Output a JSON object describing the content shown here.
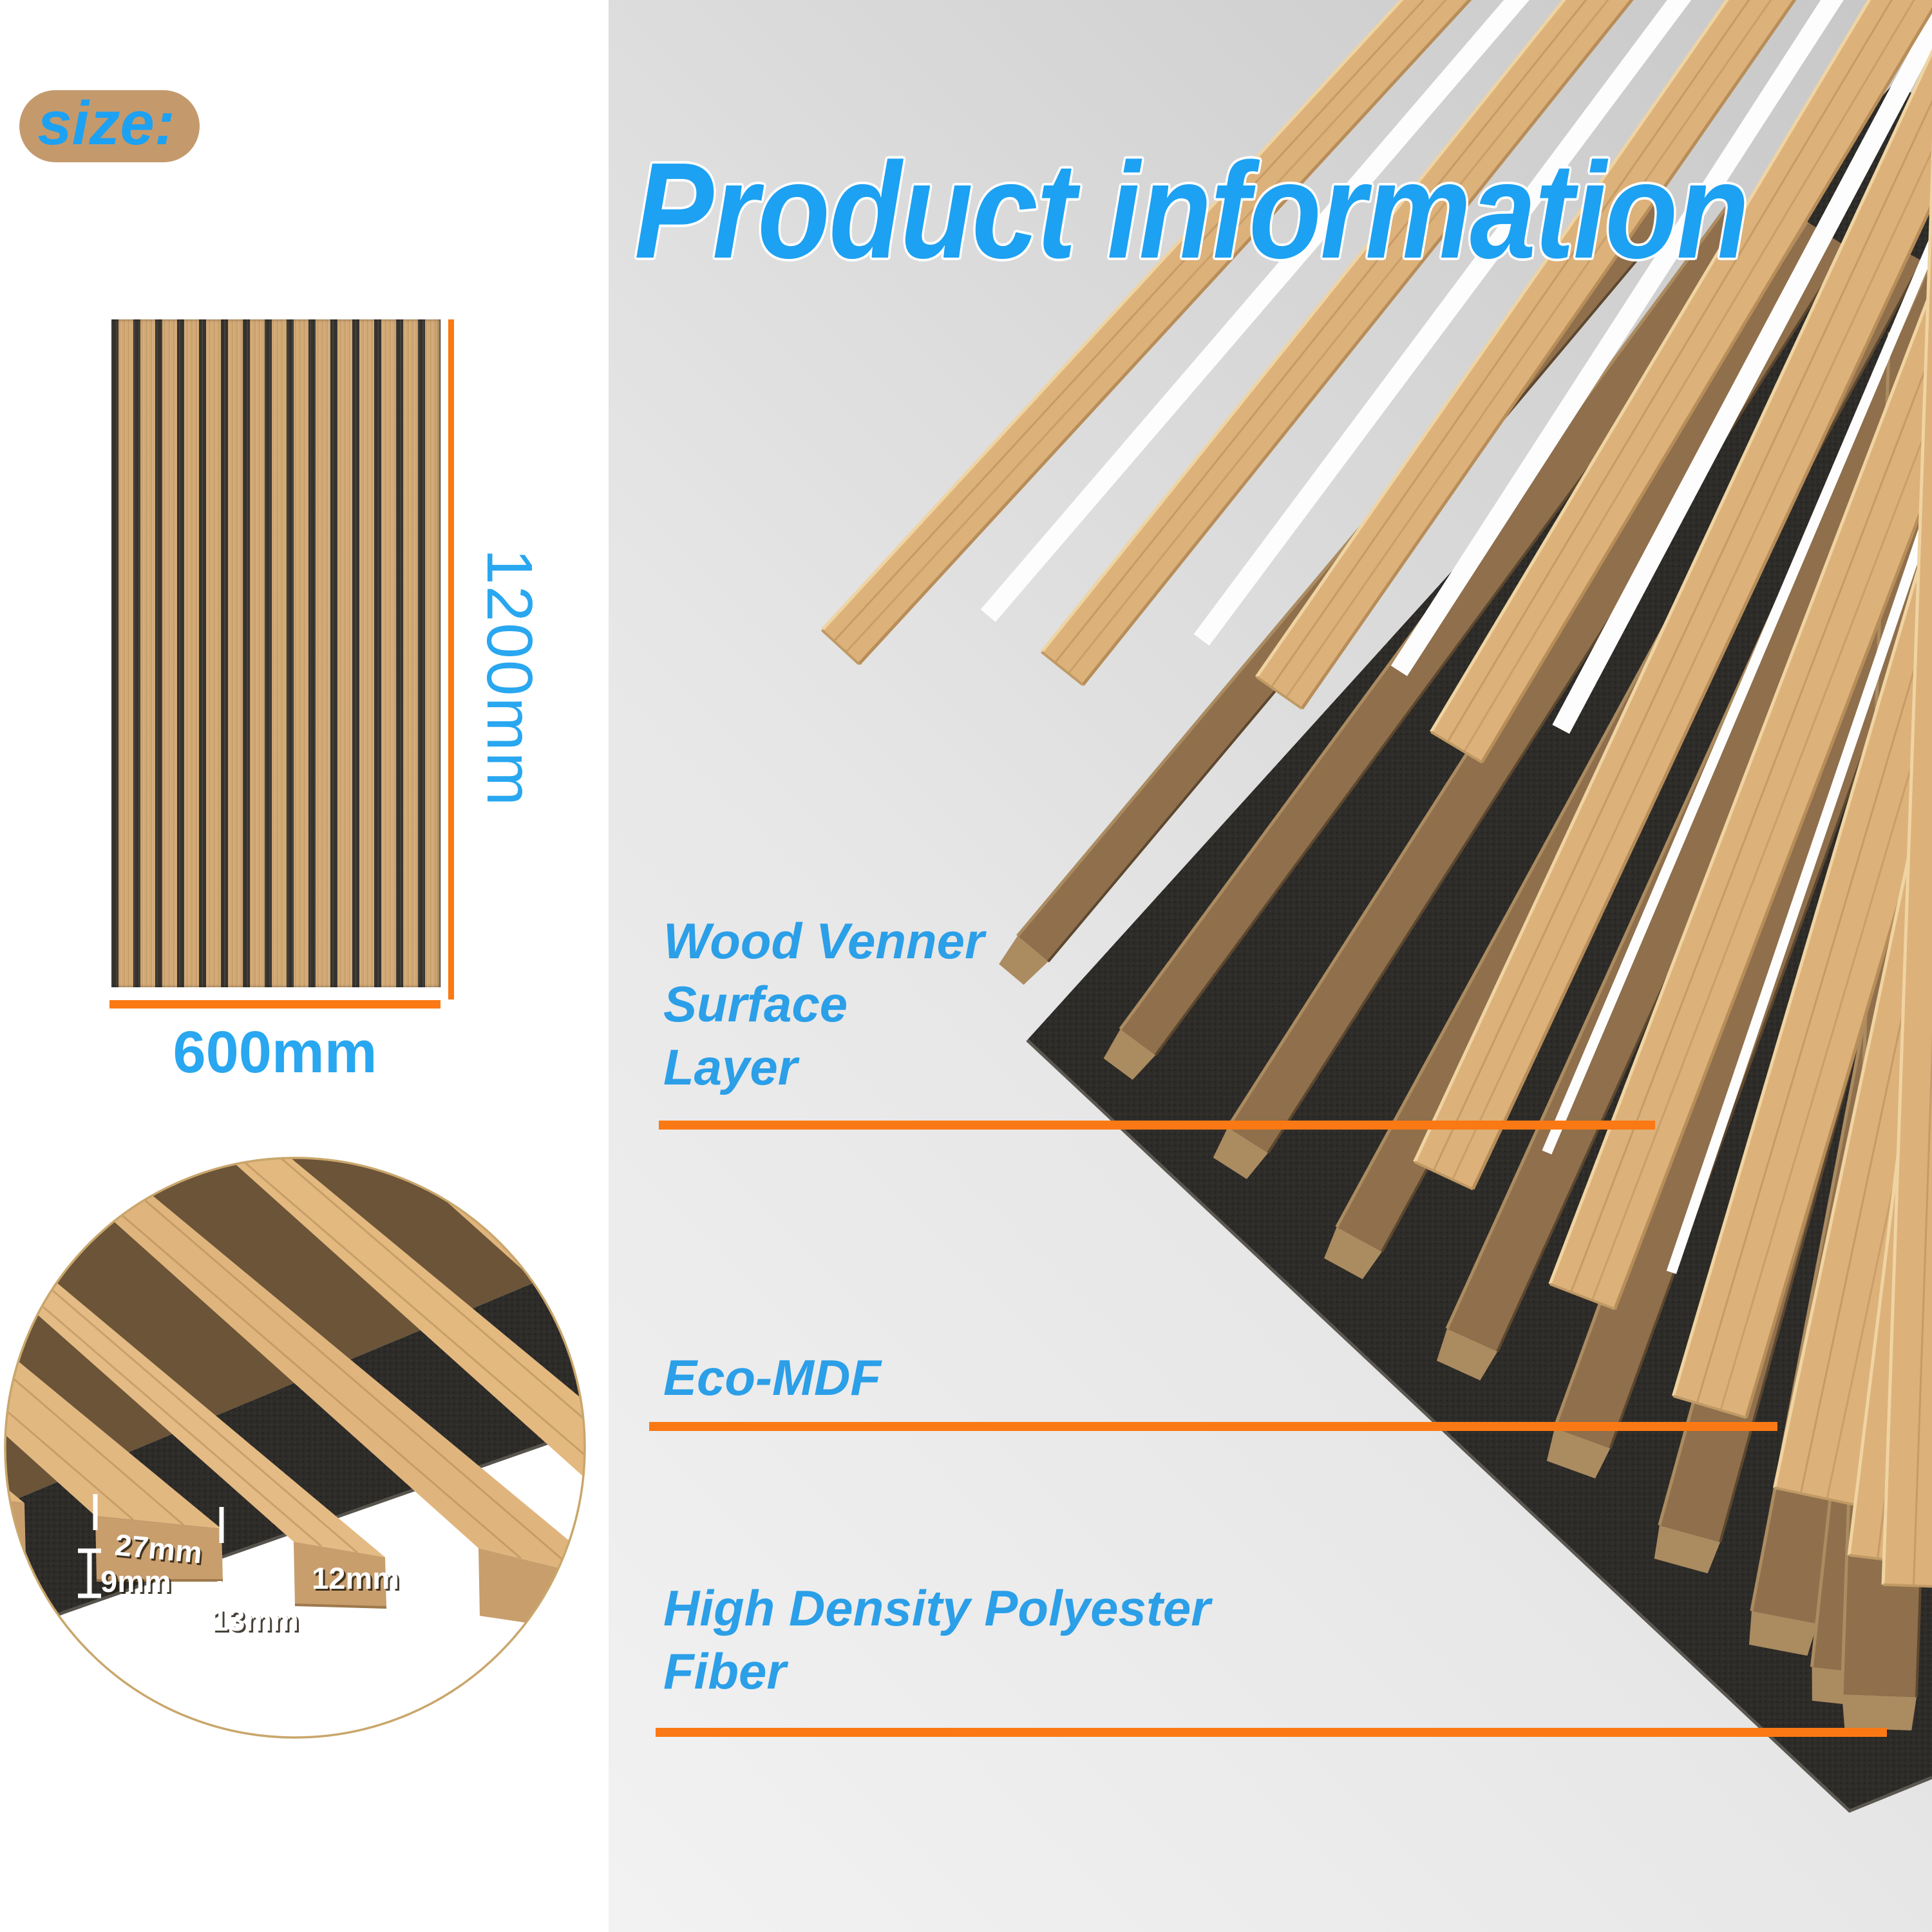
{
  "badge": {
    "label": "size:"
  },
  "header": {
    "title": "Product information"
  },
  "size_diagram": {
    "height_label": "1200mm",
    "width_label": "600mm"
  },
  "cross_section": {
    "slat_width": "27mm",
    "felt_thickness": "9mm",
    "slot_gap": "13mm",
    "slat_thickness": "12mm"
  },
  "layers": [
    {
      "id": "veneer",
      "lines": [
        "Wood Venner",
        "Surface",
        "Layer"
      ]
    },
    {
      "id": "mdf",
      "lines": [
        "Eco-MDF"
      ]
    },
    {
      "id": "fiber",
      "lines": [
        "High Density Polyester",
        "Fiber"
      ]
    }
  ],
  "colors": {
    "accent_blue": "#1da1f2",
    "label_blue": "#2b9fe8",
    "dim_blue": "#29a7f0",
    "orange": "#fb7914",
    "badge_tan": "#c49a6d",
    "wood": "#d2a873",
    "wood_light": "#ddb17a",
    "wood_edge_light": "#efd4a2",
    "wood_edge_dark": "#b78d59",
    "wood_face": "#c89e6d",
    "mdf_brown": "#8f6f4c",
    "mdf_tip": "#ab8b60",
    "mdf_dark": "#6b5438",
    "felt_black": "#2e2c29",
    "felt_edge": "#5a5650",
    "circle_border": "#c9a66b",
    "bg_gray_light": "#f1f1f1",
    "bg_gray_dark": "#c7c7c7"
  }
}
